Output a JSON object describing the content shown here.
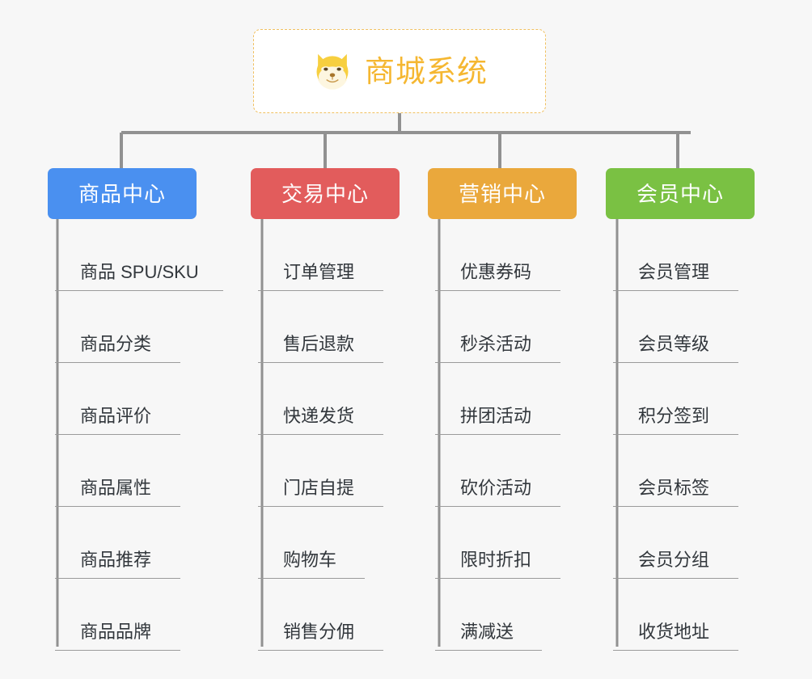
{
  "diagram": {
    "type": "org-tree",
    "background_color": "#f7f7f7",
    "root": {
      "label": "商城系统",
      "icon": "shiba-dog-face-icon",
      "text_color": "#f5b731",
      "border_color": "#f0c060",
      "background_color": "#ffffff"
    },
    "connector_color": "#919191",
    "leaf_rule_color": "#9b9b9b",
    "leaf_text_color": "#32373c",
    "categories": [
      {
        "label": "商品中心",
        "color": "#4a90f0",
        "items": [
          "商品 SPU/SKU",
          "商品分类",
          "商品评价",
          "商品属性",
          "商品推荐",
          "商品品牌"
        ]
      },
      {
        "label": "交易中心",
        "color": "#e25c5c",
        "items": [
          "订单管理",
          "售后退款",
          "快递发货",
          "门店自提",
          "购物车",
          "销售分佣"
        ]
      },
      {
        "label": "营销中心",
        "color": "#eaa83c",
        "items": [
          "优惠券码",
          "秒杀活动",
          "拼团活动",
          "砍价活动",
          "限时折扣",
          "满减送"
        ]
      },
      {
        "label": "会员中心",
        "color": "#7ac143",
        "items": [
          "会员管理",
          "会员等级",
          "积分签到",
          "会员标签",
          "会员分组",
          "收货地址"
        ]
      }
    ]
  }
}
